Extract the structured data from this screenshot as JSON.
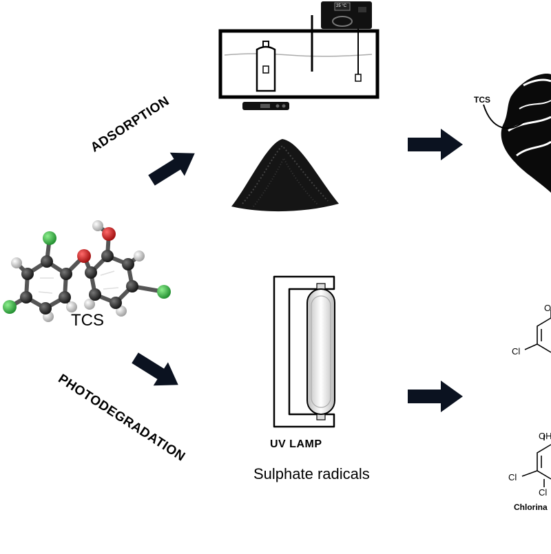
{
  "labels": {
    "adsorption": "ADSORPTION",
    "photodegradation": "PHOTODEGRADATION",
    "tcs": "TCS",
    "uv_lamp": "UV LAMP",
    "sulphate_radicals": "Sulphate radicals",
    "tcs_small": "TCS",
    "cl_top": "Cl",
    "o_top": "O",
    "oh_bottom": "OH",
    "cl_bottom_left": "Cl",
    "cl_bottom": "Cl",
    "chlorinated": "Chlorina",
    "thermometer_display": "25 °C"
  },
  "colors": {
    "carbon": "#1e1e1e",
    "oxygen": "#d11a1a",
    "chlorine": "#3ab54a",
    "hydrogen": "#e8e8e8",
    "arrow": "#0b1220"
  }
}
